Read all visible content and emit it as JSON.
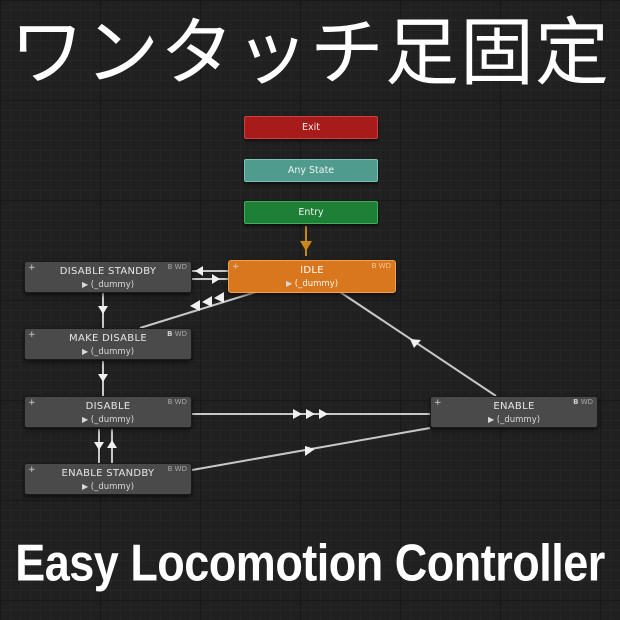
{
  "banner": {
    "title_jp": "ワンタッチ足固定",
    "title_en": "Easy Locomotion Controller"
  },
  "colors": {
    "exit": "#a81b1b",
    "any_state": "#4f9c8f",
    "entry": "#1e7f36",
    "idle": "#d9771f",
    "node": "#4a4a4a",
    "edge": "#c8c8c8",
    "entry_edge": "#c98a14"
  },
  "special_states": {
    "exit": "Exit",
    "any_state": "Any State",
    "entry": "Entry"
  },
  "states": {
    "idle": {
      "name": "IDLE",
      "motion": "(_dummy)",
      "flags": "B WD"
    },
    "disable_standby": {
      "name": "DISABLE STANDBY",
      "motion": "(_dummy)",
      "flags": "B WD"
    },
    "make_disable": {
      "name": "MAKE DISABLE",
      "motion": "(_dummy)",
      "flags_b": "B",
      "flags_wd": "WD"
    },
    "disable": {
      "name": "DISABLE",
      "motion": "(_dummy)",
      "flags": "B WD"
    },
    "enable_standby": {
      "name": "ENABLE STANDBY",
      "motion": "(_dummy)",
      "flags": "B WD"
    },
    "enable": {
      "name": "ENABLE",
      "motion": "(_dummy)",
      "flags_b": "B",
      "flags_wd": "WD"
    }
  },
  "icons": {
    "plus": "+",
    "play": "▶"
  }
}
